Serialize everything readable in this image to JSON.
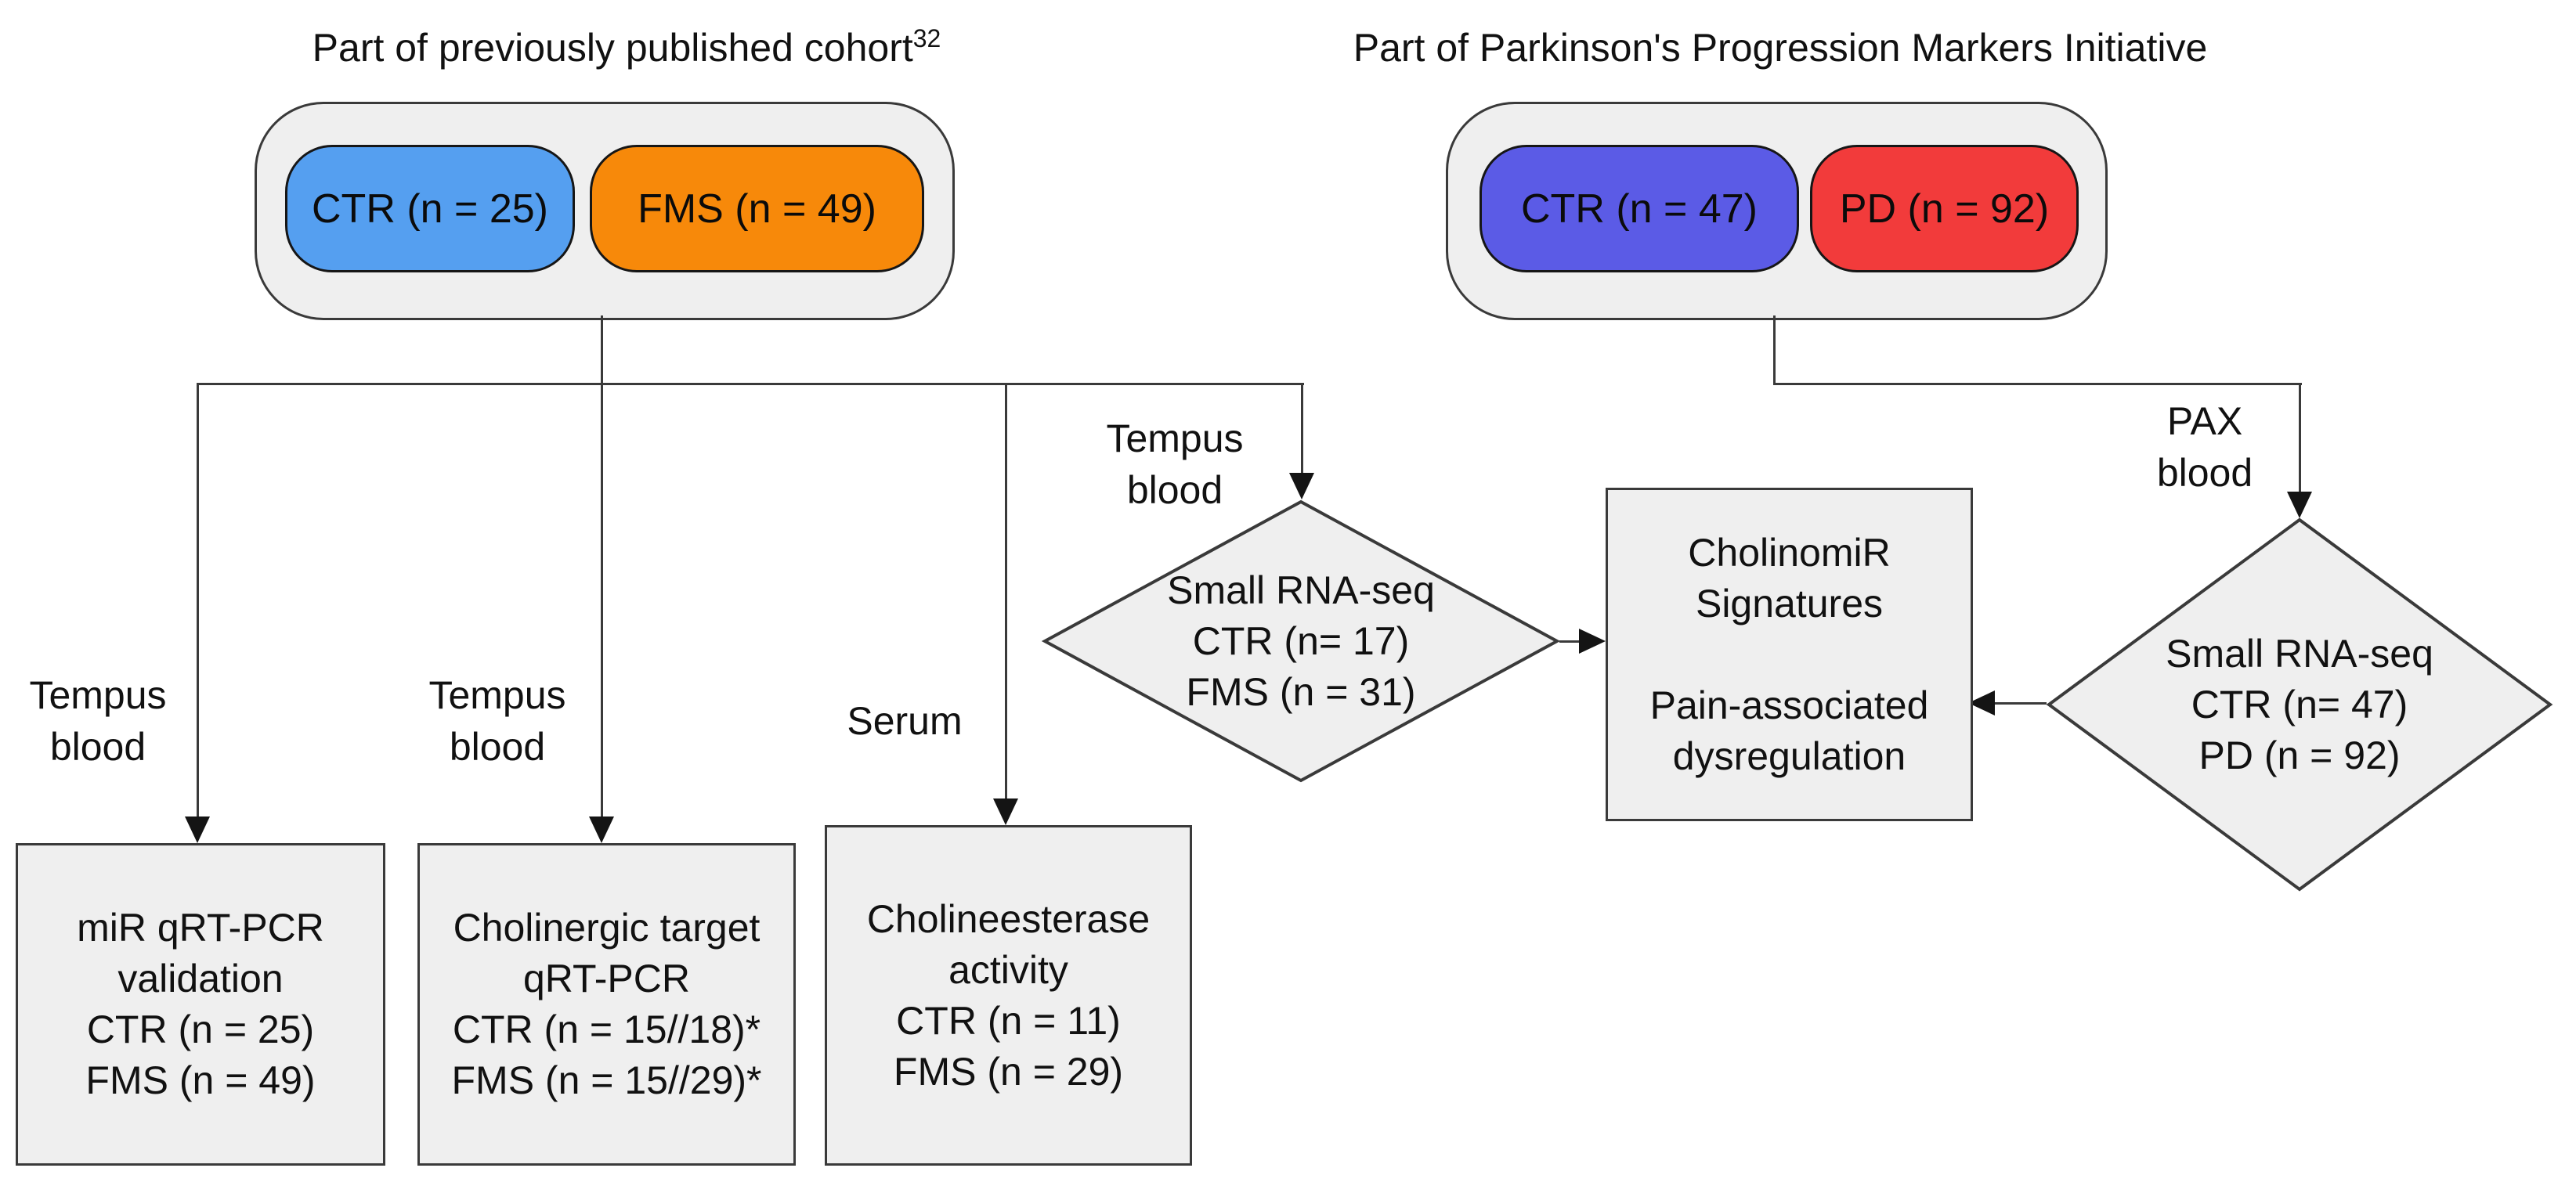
{
  "palette": {
    "shape_fill": "#EFEFEF",
    "outline": "#3A3A3A",
    "arrow": "#141414",
    "ctr_fms_blue": "#559FF0",
    "fms_orange": "#F7890A",
    "ctr_pd_violet": "#5B5BE6",
    "pd_red": "#F23B3B"
  },
  "left_cohort": {
    "title": "Part of previously published cohort",
    "title_superscript": "32",
    "pills": [
      {
        "label": "CTR (n = 25)"
      },
      {
        "label": "FMS (n = 49)"
      }
    ]
  },
  "right_cohort": {
    "title": "Part of Parkinson's Progression Markers Initiative",
    "pills": [
      {
        "label": "CTR (n = 47)"
      },
      {
        "label": "PD (n = 92)"
      }
    ]
  },
  "branch_labels": {
    "tempus_validation": [
      "Tempus",
      "blood"
    ],
    "tempus_cholinergic": [
      "Tempus",
      "blood"
    ],
    "serum": "Serum",
    "tempus_rnaseq": [
      "Tempus",
      "blood"
    ],
    "pax_rnaseq": [
      "PAX",
      "blood"
    ]
  },
  "box_mir_validation": {
    "lines": [
      "miR qRT-PCR",
      "validation",
      "CTR (n = 25)",
      "FMS (n = 49)"
    ]
  },
  "box_cholinergic_target": {
    "lines": [
      "Cholinergic target",
      "qRT-PCR",
      "CTR (n = 15//18)*",
      "FMS (n = 15//29)*"
    ]
  },
  "box_cholinesterase": {
    "lines": [
      "Cholineesterase",
      "activity",
      "CTR (n = 11)",
      "FMS (n = 29)"
    ]
  },
  "diamond_fms_rnaseq": {
    "lines": [
      "Small RNA-seq",
      "CTR (n= 17)",
      "FMS (n = 31)"
    ]
  },
  "diamond_pd_rnaseq": {
    "lines": [
      "Small RNA-seq",
      "CTR (n= 47)",
      "PD (n = 92)"
    ]
  },
  "center_box": {
    "lines": [
      "CholinomiR",
      "Signatures",
      "",
      "Pain-associated",
      "dysregulation"
    ]
  }
}
